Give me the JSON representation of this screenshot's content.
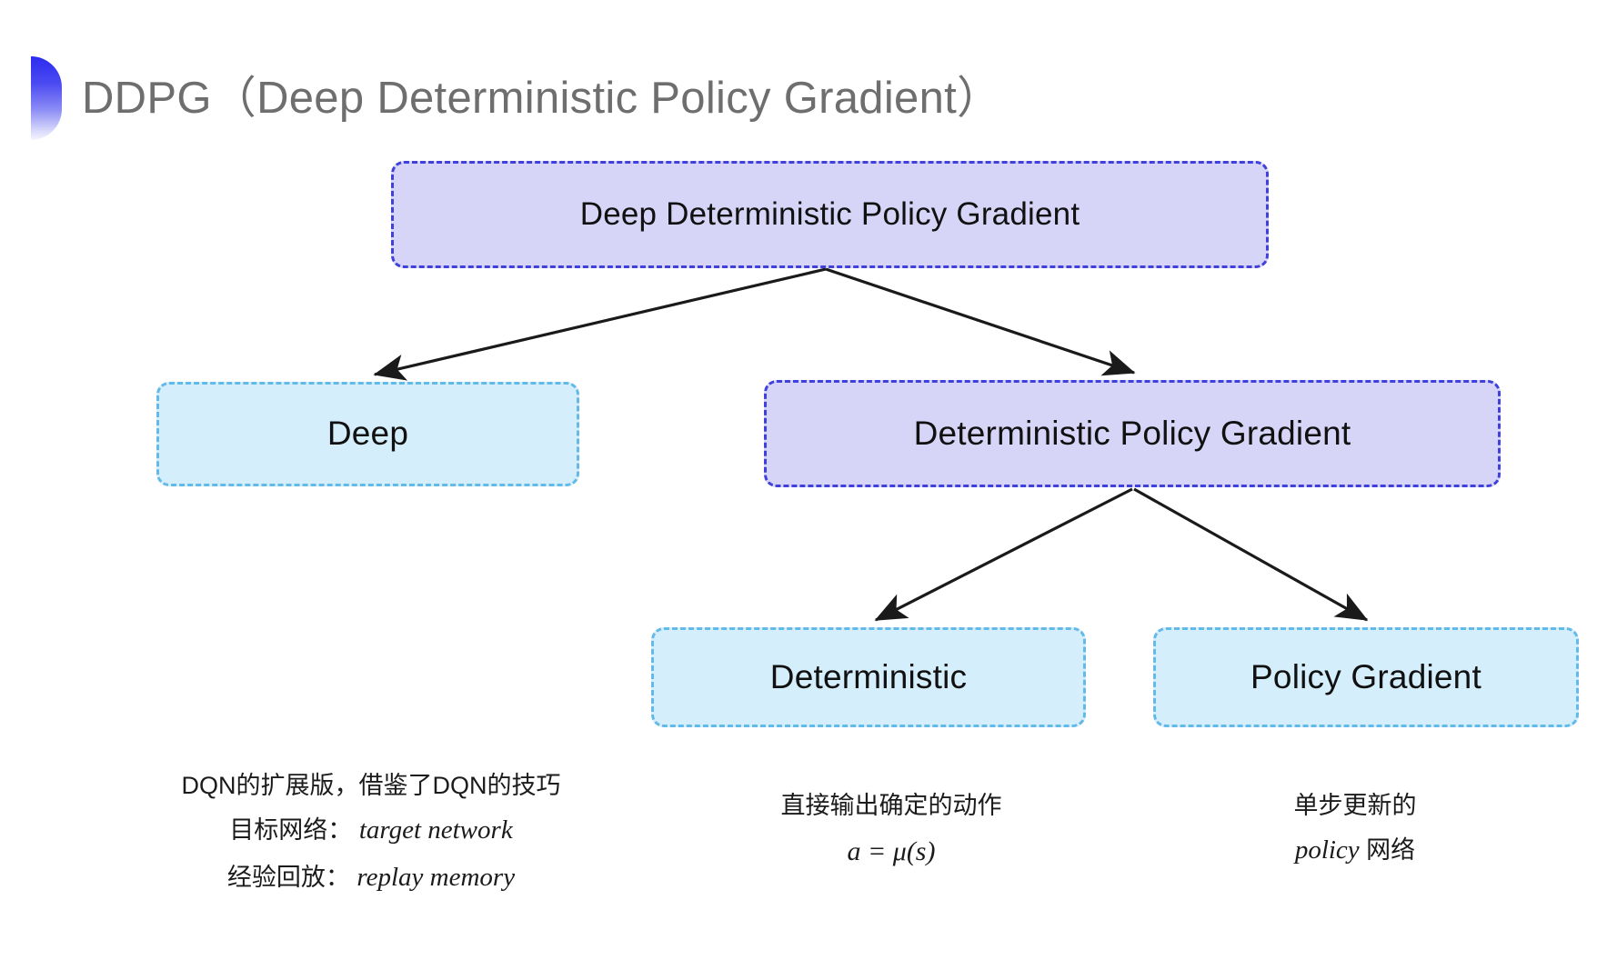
{
  "slide": {
    "background": "#ffffff",
    "title": "DDPG（Deep Deterministic Policy Gradient）",
    "title_color": "#6e6e6e",
    "accent_color": "#2b2bf0"
  },
  "palette": {
    "purple_fill": "#d7d5f7",
    "purple_border": "#4040dd",
    "cyan_fill": "#d5eefb",
    "cyan_border": "#63b9e8",
    "arrow_color": "#1a1a1a"
  },
  "diagram": {
    "type": "tree",
    "nodes": [
      {
        "id": "root",
        "label": "Deep Deterministic Policy Gradient",
        "style": "purple",
        "level": 0
      },
      {
        "id": "deep",
        "label": "Deep",
        "style": "cyan",
        "level": 1
      },
      {
        "id": "dpg",
        "label": "Deterministic Policy Gradient",
        "style": "purple",
        "level": 1
      },
      {
        "id": "deterministic",
        "label": "Deterministic",
        "style": "cyan",
        "level": 2
      },
      {
        "id": "policy_gradient",
        "label": "Policy Gradient",
        "style": "cyan",
        "level": 2
      }
    ],
    "edges": [
      {
        "from": "root",
        "to": "deep"
      },
      {
        "from": "root",
        "to": "dpg"
      },
      {
        "from": "dpg",
        "to": "deterministic"
      },
      {
        "from": "dpg",
        "to": "policy_gradient"
      }
    ]
  },
  "annotations": {
    "deep": {
      "line1": "DQN的扩展版，借鉴了DQN的技巧",
      "line2_label": "目标网络：",
      "line2_term": "target network",
      "line3_label": "经验回放：",
      "line3_term": "replay memory"
    },
    "deterministic": {
      "line1": "直接输出确定的动作",
      "line2": "a = μ(s)"
    },
    "policy_gradient": {
      "line1": "单步更新的",
      "line2_term": "policy",
      "line2_suffix": " 网络"
    }
  }
}
